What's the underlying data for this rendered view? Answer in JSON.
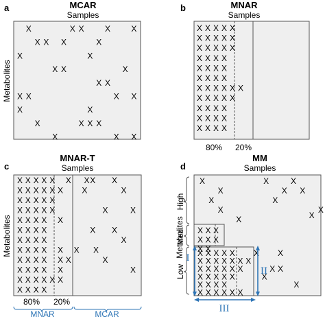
{
  "mark_glyph": "X",
  "colors": {
    "panel_fill": "#efefef",
    "stroke": "#555555",
    "accent": "#2e75b6"
  },
  "panels": {
    "a": {
      "letter": "a",
      "title": "MCAR",
      "xlabel": "Samples",
      "ylabel": "Metabolites",
      "marks": [
        [
          1,
          0
        ],
        [
          6,
          0
        ],
        [
          7,
          0
        ],
        [
          10,
          0
        ],
        [
          13,
          0
        ],
        [
          2,
          1
        ],
        [
          3,
          1
        ],
        [
          5,
          1
        ],
        [
          9,
          1
        ],
        [
          0,
          2
        ],
        [
          8,
          2
        ],
        [
          4,
          3
        ],
        [
          5,
          3
        ],
        [
          12,
          3
        ],
        [
          9,
          4
        ],
        [
          10,
          4
        ],
        [
          0,
          5
        ],
        [
          1,
          5
        ],
        [
          11,
          5
        ],
        [
          13,
          5
        ],
        [
          0,
          6
        ],
        [
          8,
          6
        ],
        [
          2,
          7
        ],
        [
          7,
          7
        ],
        [
          8,
          7
        ],
        [
          9,
          7
        ],
        [
          4,
          8
        ],
        [
          11,
          8
        ],
        [
          13,
          8
        ]
      ]
    },
    "b": {
      "letter": "b",
      "title": "MNAR",
      "xlabel": "Samples",
      "split_labels": [
        "80%",
        "20%"
      ],
      "marks": [
        [
          0,
          0
        ],
        [
          1,
          0
        ],
        [
          2,
          0
        ],
        [
          3,
          0
        ],
        [
          4,
          0
        ],
        [
          0,
          1
        ],
        [
          1,
          1
        ],
        [
          2,
          1
        ],
        [
          3,
          1
        ],
        [
          4,
          1
        ],
        [
          0,
          2
        ],
        [
          1,
          2
        ],
        [
          2,
          2
        ],
        [
          3,
          2
        ],
        [
          4,
          2
        ],
        [
          0,
          3
        ],
        [
          1,
          3
        ],
        [
          2,
          3
        ],
        [
          3,
          3
        ],
        [
          0,
          4
        ],
        [
          1,
          4
        ],
        [
          2,
          4
        ],
        [
          3,
          4
        ],
        [
          0,
          5
        ],
        [
          1,
          5
        ],
        [
          2,
          5
        ],
        [
          3,
          5
        ],
        [
          0,
          6
        ],
        [
          1,
          6
        ],
        [
          2,
          6
        ],
        [
          3,
          6
        ],
        [
          4,
          6
        ],
        [
          5,
          6
        ],
        [
          0,
          7
        ],
        [
          1,
          7
        ],
        [
          2,
          7
        ],
        [
          3,
          7
        ],
        [
          4,
          7
        ],
        [
          0,
          8
        ],
        [
          1,
          8
        ],
        [
          2,
          8
        ],
        [
          3,
          8
        ],
        [
          0,
          9
        ],
        [
          1,
          9
        ],
        [
          2,
          9
        ],
        [
          3,
          9
        ],
        [
          0,
          10
        ],
        [
          1,
          10
        ],
        [
          2,
          10
        ],
        [
          3,
          10
        ]
      ]
    },
    "c": {
      "letter": "c",
      "title": "MNAR-T",
      "xlabel": "Samples",
      "ylabel": "Metabolites",
      "split_labels": [
        "80%",
        "20%"
      ],
      "bracket_labels": [
        "MNAR",
        "MCAR"
      ],
      "marks": [
        [
          0,
          0
        ],
        [
          1,
          0
        ],
        [
          2,
          0
        ],
        [
          3,
          0
        ],
        [
          4,
          0
        ],
        [
          6,
          0
        ],
        [
          9,
          0
        ],
        [
          0,
          1
        ],
        [
          1,
          1
        ],
        [
          2,
          1
        ],
        [
          3,
          1
        ],
        [
          4,
          1
        ],
        [
          5,
          1
        ],
        [
          8,
          1
        ],
        [
          0,
          2
        ],
        [
          1,
          2
        ],
        [
          2,
          2
        ],
        [
          3,
          2
        ],
        [
          4,
          2
        ],
        [
          0,
          3
        ],
        [
          1,
          3
        ],
        [
          2,
          3
        ],
        [
          3,
          3
        ],
        [
          4,
          3
        ],
        [
          0,
          4
        ],
        [
          1,
          4
        ],
        [
          2,
          4
        ],
        [
          3,
          4
        ],
        [
          5,
          4
        ],
        [
          0,
          5
        ],
        [
          1,
          5
        ],
        [
          2,
          5
        ],
        [
          3,
          5
        ],
        [
          9,
          5
        ],
        [
          0,
          6
        ],
        [
          1,
          6
        ],
        [
          2,
          6
        ],
        [
          3,
          6
        ],
        [
          0,
          7
        ],
        [
          1,
          7
        ],
        [
          2,
          7
        ],
        [
          3,
          7
        ],
        [
          5,
          7
        ],
        [
          7,
          7
        ],
        [
          0,
          8
        ],
        [
          1,
          8
        ],
        [
          2,
          8
        ],
        [
          3,
          8
        ],
        [
          5,
          8
        ],
        [
          6,
          8
        ],
        [
          0,
          9
        ],
        [
          1,
          9
        ],
        [
          2,
          9
        ],
        [
          3,
          9
        ],
        [
          5,
          9
        ],
        [
          0,
          10
        ],
        [
          1,
          10
        ],
        [
          2,
          10
        ],
        [
          3,
          10
        ],
        [
          4,
          10
        ],
        [
          5,
          10
        ],
        [
          0,
          11
        ],
        [
          1,
          11
        ],
        [
          2,
          11
        ],
        [
          3,
          11
        ]
      ],
      "mcar_marks": [
        [
          1,
          0
        ],
        [
          4,
          0
        ],
        [
          5,
          1
        ],
        [
          3,
          3
        ],
        [
          6,
          3
        ],
        [
          4,
          5
        ],
        [
          5,
          6
        ],
        [
          2,
          7
        ],
        [
          3,
          8
        ],
        [
          6,
          9
        ]
      ]
    },
    "d": {
      "letter": "d",
      "title": "MM",
      "xlabel": "Samples",
      "ylabel": "Metabolites",
      "group_labels": [
        "High",
        "Med.",
        "Low"
      ],
      "region_labels": [
        "I",
        "II",
        "III"
      ],
      "marks_high": [
        [
          0,
          0
        ],
        [
          7,
          0
        ],
        [
          10,
          0
        ],
        [
          2,
          1
        ],
        [
          9,
          1
        ],
        [
          11,
          1
        ],
        [
          1,
          2
        ],
        [
          8,
          2
        ],
        [
          2,
          3
        ],
        [
          4,
          4
        ]
      ],
      "marks_med": [
        [
          0,
          0
        ],
        [
          1,
          0
        ],
        [
          2,
          0
        ],
        [
          0,
          1
        ],
        [
          1,
          1
        ],
        [
          2,
          1
        ],
        [
          0,
          2
        ],
        [
          1,
          2
        ],
        [
          12,
          2
        ],
        [
          13,
          0
        ]
      ],
      "marks_low": [
        [
          0,
          0
        ],
        [
          1,
          0
        ],
        [
          2,
          0
        ],
        [
          3,
          0
        ],
        [
          4,
          0
        ],
        [
          7,
          0
        ],
        [
          10,
          0
        ],
        [
          0,
          1
        ],
        [
          1,
          1
        ],
        [
          2,
          1
        ],
        [
          3,
          1
        ],
        [
          4,
          1
        ],
        [
          5,
          1
        ],
        [
          6,
          1
        ],
        [
          0,
          2
        ],
        [
          1,
          2
        ],
        [
          2,
          2
        ],
        [
          3,
          2
        ],
        [
          4,
          2
        ],
        [
          5,
          2
        ],
        [
          9,
          2
        ],
        [
          10,
          2
        ],
        [
          0,
          3
        ],
        [
          1,
          3
        ],
        [
          2,
          3
        ],
        [
          3,
          3
        ],
        [
          4,
          3
        ],
        [
          8,
          3
        ],
        [
          0,
          4
        ],
        [
          1,
          4
        ],
        [
          2,
          4
        ],
        [
          3,
          4
        ],
        [
          12,
          4
        ],
        [
          0,
          5
        ],
        [
          1,
          5
        ],
        [
          2,
          5
        ],
        [
          3,
          5
        ],
        [
          4,
          5
        ],
        [
          5,
          5
        ]
      ]
    }
  }
}
